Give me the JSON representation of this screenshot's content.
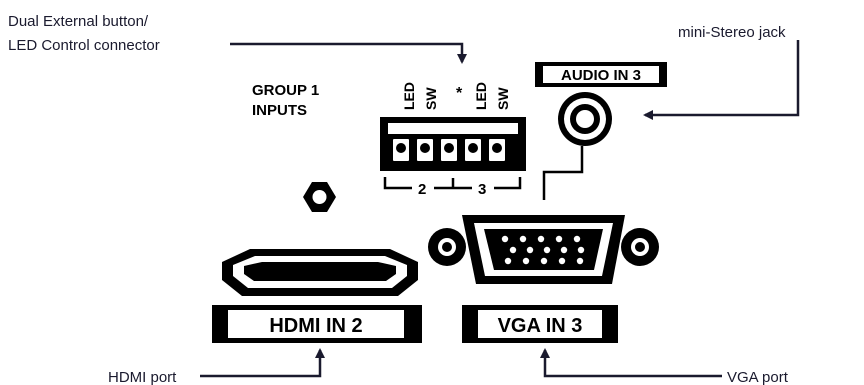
{
  "callouts": {
    "dual_external_line1": "Dual External button/",
    "dual_external_line2": "LED Control connector",
    "mini_stereo": "mini-Stereo jack",
    "hdmi_port": "HDMI port",
    "vga_port": "VGA port"
  },
  "panel": {
    "group_line1": "GROUP 1",
    "group_line2": "INPUTS",
    "terminal_labels": [
      "LED",
      "SW",
      "*",
      "LED",
      "SW"
    ],
    "bracket_2": "2",
    "bracket_3": "3",
    "audio_label": "AUDIO IN 3",
    "hdmi_label": "HDMI IN 2",
    "vga_label": "VGA IN 3"
  },
  "colors": {
    "callout_line": "#1a1a2e",
    "panel_ink": "#000000",
    "panel_background": "#ffffff"
  }
}
